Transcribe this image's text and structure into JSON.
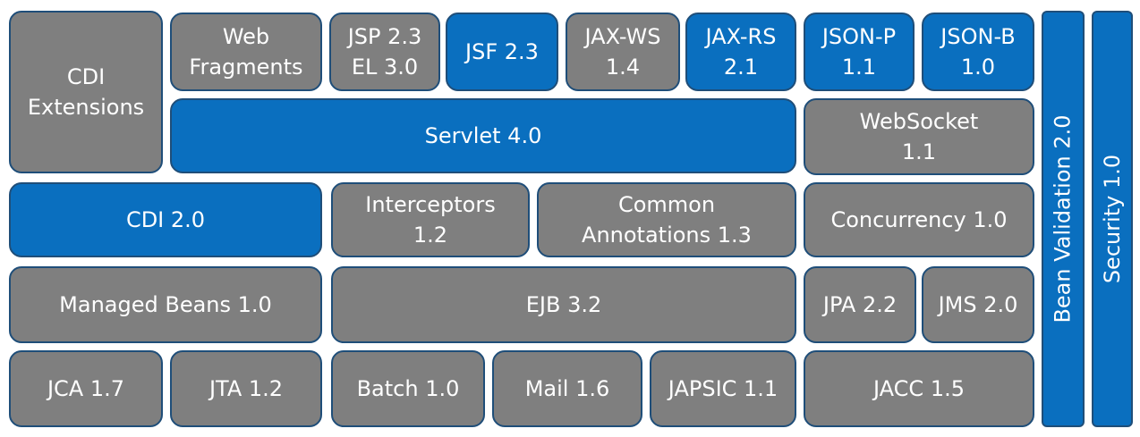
{
  "colors": {
    "gray": "#7f7f7f",
    "blue": "#0a6fbf",
    "border": "#1f4e79"
  },
  "blocks": {
    "cdi_extensions": "CDI\nExtensions",
    "web_fragments": "Web\nFragments",
    "jsp_el": "JSP 2.3\nEL 3.0",
    "jsf": "JSF 2.3",
    "jax_ws": "JAX-WS\n1.4",
    "jax_rs": "JAX-RS\n2.1",
    "json_p": "JSON-P\n1.1",
    "json_b": "JSON-B\n1.0",
    "servlet": "Servlet 4.0",
    "websocket": "WebSocket\n1.1",
    "cdi": "CDI 2.0",
    "interceptors": "Interceptors\n1.2",
    "common_annotations": "Common\nAnnotations 1.3",
    "concurrency": "Concurrency 1.0",
    "managed_beans": "Managed Beans 1.0",
    "ejb": "EJB 3.2",
    "jpa": "JPA 2.2",
    "jms": "JMS 2.0",
    "jca": "JCA 1.7",
    "jta": "JTA 1.2",
    "batch": "Batch 1.0",
    "mail": "Mail 1.6",
    "japsic": "JAPSIC 1.1",
    "jacc": "JACC 1.5",
    "bean_validation": "Bean Validation 2.0",
    "security": "Security 1.0"
  }
}
